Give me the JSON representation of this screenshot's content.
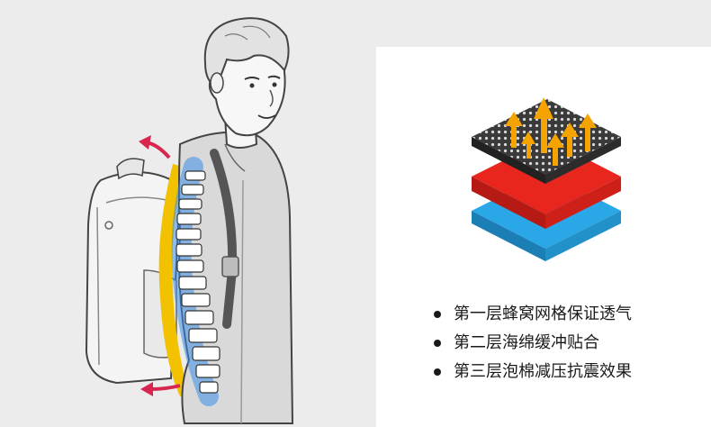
{
  "colors": {
    "background": "#ececec",
    "card": "#ffffff",
    "mesh_layer": "#3a3a3a",
    "foam_layer": "#e8261e",
    "cotton_layer": "#2aa7e6",
    "airflow_arrow": "#f5a300",
    "spine_glow": "#3a8ee6",
    "back_pad": "#f2c200",
    "motion_arrow": "#d9264f"
  },
  "illustration": {
    "subject": "boy-wearing-backpack-icon",
    "spine": "spine-icon"
  },
  "layers": [
    {
      "name": "mesh",
      "color": "#3a3a3a"
    },
    {
      "name": "foam",
      "color": "#e8261e"
    },
    {
      "name": "cotton",
      "color": "#2aa7e6"
    }
  ],
  "features": [
    {
      "text": "第一层蜂窝网格保证透气"
    },
    {
      "text": "第二层海绵缓冲贴合"
    },
    {
      "text": "第三层泡棉减压抗震效果"
    }
  ]
}
